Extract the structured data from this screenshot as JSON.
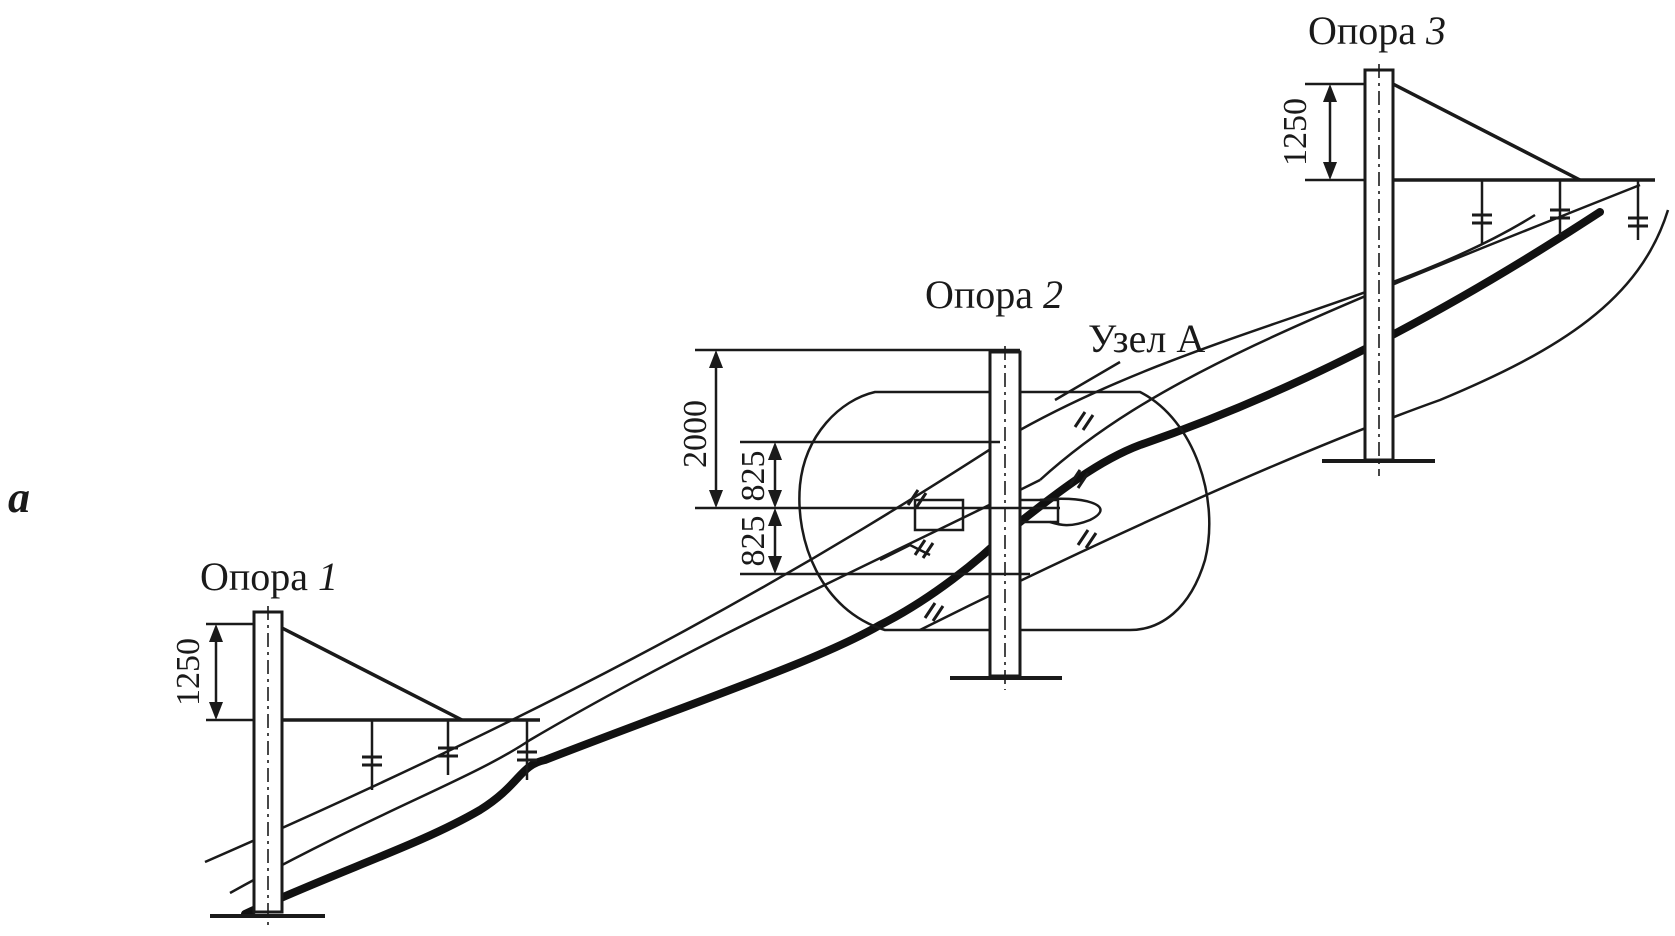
{
  "figure_letter": "а",
  "poles": [
    {
      "prefix": "Опора ",
      "number": "1"
    },
    {
      "prefix": "Опора ",
      "number": "2"
    },
    {
      "prefix": "Опора ",
      "number": "3"
    }
  ],
  "node_label": "Узел А",
  "dimensions": {
    "pole1_height": "1250",
    "pole3_height": "1250",
    "pole2_total": "2000",
    "pole2_upper": "825",
    "pole2_lower": "825"
  }
}
